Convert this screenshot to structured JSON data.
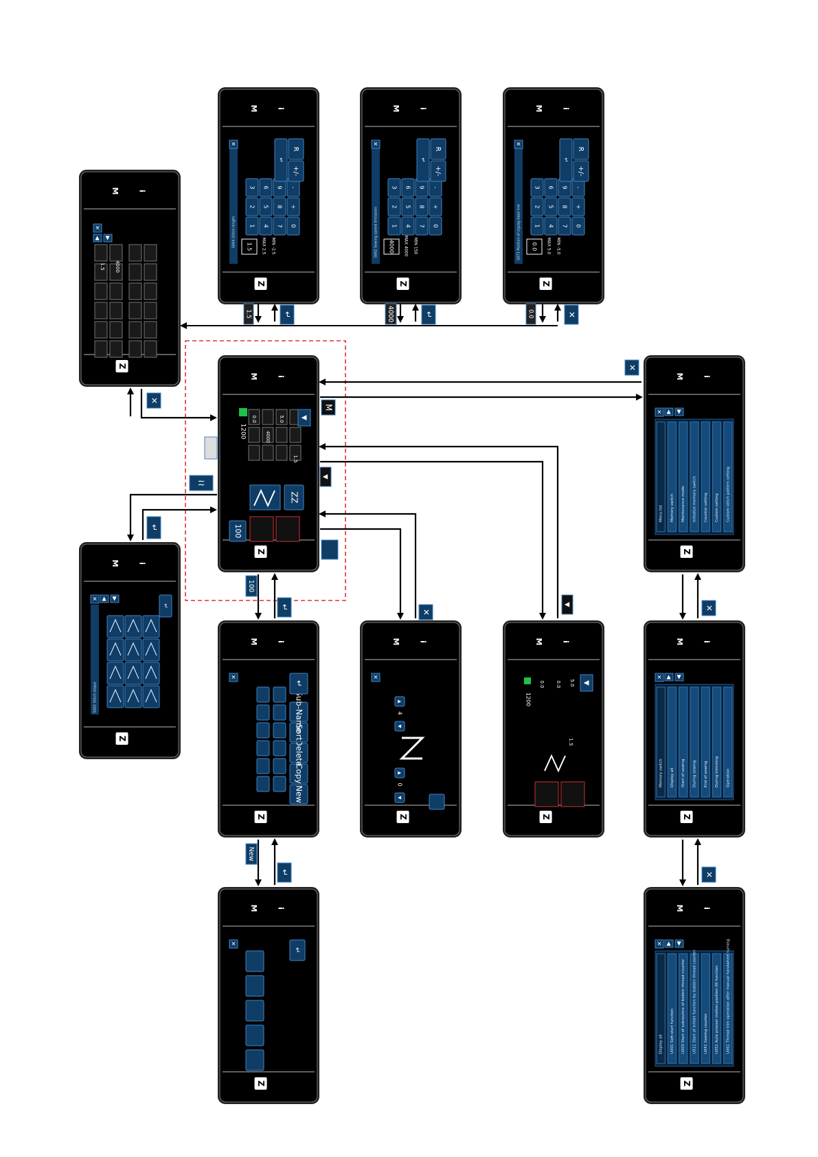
{
  "brand": {
    "logo_text": "Z",
    "logo_glyph": "juki-logo"
  },
  "panel_buttons": {
    "mode": "M",
    "info": "i"
  },
  "icons": {
    "close": "close-icon",
    "enter": "enter-icon",
    "up_down": "up-down-arrow-icon",
    "zigzag": "zigzag-icon",
    "pattern": "sewing-pattern-icon",
    "cursor_down": "cursor-down-icon"
  },
  "screens": {
    "main": {
      "speed": "1200",
      "pitch": "1.5",
      "counter": "4000",
      "value_a": "0.0",
      "value_b": "5.0",
      "memo": "100"
    },
    "numeric": [
      {
        "code": "S004",
        "title": "Stitch length",
        "value": "1.5",
        "max": "2.5",
        "min": "-2.5"
      },
      {
        "code": "S002",
        "title": "Sewing speed limitation",
        "value": "4000",
        "max": "4000",
        "min": "150"
      },
      {
        "code": "S073",
        "title": "Position of zigzag base line",
        "value": "0.0",
        "max": "5.0",
        "min": "-5.0"
      }
    ],
    "keypad": [
      "1",
      "2",
      "3",
      "4",
      "5",
      "6",
      "7",
      "8",
      "9",
      "0",
      "+",
      "-",
      "R",
      "+/-"
    ],
    "stitch_shape": {
      "code": "S002",
      "title": "Stitch shape"
    },
    "memory_switch": {
      "items": [
        "Memory switch",
        "Display all",
        "Start of sewing",
        "During sewing",
        "End of sewing",
        "During trimming",
        "Operation"
      ]
    },
    "mode_menu": {
      "items": [
        "Menu list",
        "Memory switch",
        "Maintenance mode",
        "Initialize memory switch",
        "Counter setting",
        "Custom setting",
        "Custom stitch pattern setting"
      ]
    },
    "display_all": {
      "items": [
        "Display all",
        "U001 Soft-start function",
        "U003 Start of subroutine of bobbin thread counter",
        "U011 Start of inhibit function by bobbin thread counter",
        "U041 Sewing counter",
        "U051 Auto presser motion position lift function",
        "U061 Thread trim operation after manual handwheel turning"
      ]
    },
    "pattern_edit": {
      "labels": [
        "New",
        "Copy",
        "Delete",
        "Sort",
        "Sub-Name"
      ]
    },
    "value_screen": {
      "value_a": "0",
      "value_b": "4"
    },
    "sub_main": {
      "speed": "1200",
      "pitch": "1.5",
      "value_a": "0.0",
      "value_b": "5.0",
      "value_c": "0.0"
    }
  },
  "transitions": {
    "new_label": "New",
    "counter_tag": "4000",
    "pitch_tag": "1.5",
    "base_tag": "0.0",
    "memo_tag": "100"
  }
}
